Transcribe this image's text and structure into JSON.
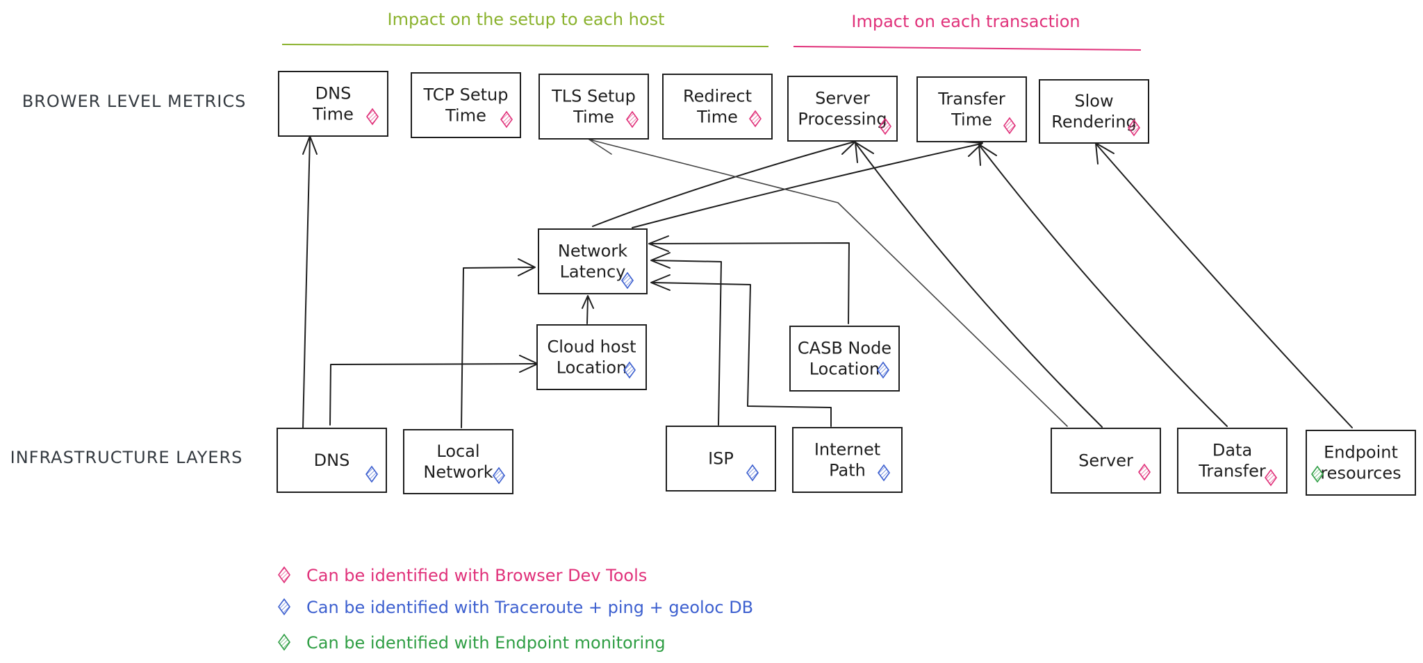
{
  "colors": {
    "browser": "#e0317a",
    "traceroute": "#3c5fcf",
    "endpoint": "#2f9e44",
    "setup_group": "#8ab22d",
    "transaction_group": "#e0317a",
    "ink": "#1e1e1e"
  },
  "group_titles": {
    "setup": "Impact on the setup to each host",
    "transaction": "Impact on each transaction"
  },
  "row_labels": {
    "browser_metrics": "BROWER LEVEL METRICS",
    "infrastructure": "INFRASTRUCTURE LAYERS"
  },
  "nodes": {
    "dns_time": {
      "lines": [
        "DNS",
        "Time"
      ],
      "marker": "browser"
    },
    "tcp_setup_time": {
      "lines": [
        "TCP Setup",
        "Time"
      ],
      "marker": "browser"
    },
    "tls_setup_time": {
      "lines": [
        "TLS Setup",
        "Time"
      ],
      "marker": "browser"
    },
    "redirect_time": {
      "lines": [
        "Redirect",
        "Time"
      ],
      "marker": "browser"
    },
    "server_processing": {
      "lines": [
        "Server",
        "Processing"
      ],
      "marker": "browser"
    },
    "transfer_time": {
      "lines": [
        "Transfer",
        "Time"
      ],
      "marker": "browser"
    },
    "slow_rendering": {
      "lines": [
        "Slow",
        "Rendering"
      ],
      "marker": "browser"
    },
    "network_latency": {
      "lines": [
        "Network",
        "Latency"
      ],
      "marker": "traceroute"
    },
    "cloud_host_location": {
      "lines": [
        "Cloud host",
        "Location"
      ],
      "marker": "traceroute"
    },
    "casb_node_location": {
      "lines": [
        "CASB Node",
        "Location"
      ],
      "marker": "traceroute"
    },
    "dns": {
      "lines": [
        "DNS"
      ],
      "marker": "traceroute"
    },
    "local_network": {
      "lines": [
        "Local",
        "Network"
      ],
      "marker": "traceroute"
    },
    "isp": {
      "lines": [
        "ISP"
      ],
      "marker": "traceroute"
    },
    "internet_path": {
      "lines": [
        "Internet",
        "Path"
      ],
      "marker": "traceroute"
    },
    "server": {
      "lines": [
        "Server"
      ],
      "marker": "browser"
    },
    "data_transfer": {
      "lines": [
        "Data",
        "Transfer"
      ],
      "marker": "browser"
    },
    "endpoint_resources": {
      "lines": [
        "Endpoint",
        "resources"
      ],
      "marker": "endpoint"
    }
  },
  "legend": [
    {
      "marker": "browser",
      "text": "Can be identified with Browser Dev Tools"
    },
    {
      "marker": "traceroute",
      "text": "Can be identified with Traceroute + ping + geoloc DB"
    },
    {
      "marker": "endpoint",
      "text": "Can be identified with Endpoint monitoring"
    }
  ],
  "connections": [
    {
      "from": "dns",
      "to": "dns_time"
    },
    {
      "from": "dns",
      "to": "cloud_host_location"
    },
    {
      "from": "local_network",
      "to": "network_latency"
    },
    {
      "from": "cloud_host_location",
      "to": "network_latency"
    },
    {
      "from": "isp",
      "to": "network_latency"
    },
    {
      "from": "internet_path",
      "to": "network_latency"
    },
    {
      "from": "casb_node_location",
      "to": "network_latency"
    },
    {
      "from": "network_latency",
      "to": "server_processing"
    },
    {
      "from": "network_latency",
      "to": "transfer_time"
    },
    {
      "from": "server",
      "to": "tls_setup_time"
    },
    {
      "from": "server",
      "to": "server_processing"
    },
    {
      "from": "data_transfer",
      "to": "transfer_time"
    },
    {
      "from": "endpoint_resources",
      "to": "slow_rendering"
    }
  ]
}
